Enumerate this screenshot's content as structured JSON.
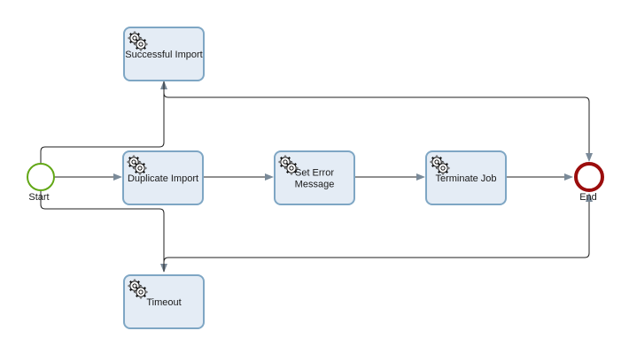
{
  "colors": {
    "task_fill": "#e4ecf5",
    "task_stroke": "#7ea6c4",
    "start_stroke": "#62a716",
    "end_stroke": "#9b0d0d",
    "arrow_fill": "#7a8a99",
    "line": "#1f1f1f"
  },
  "events": {
    "start": {
      "label": "Start",
      "icon": "start-event-circle"
    },
    "end": {
      "label": "End",
      "icon": "end-event-circle"
    }
  },
  "tasks": {
    "successful_import": {
      "lines": [
        "Successful Import"
      ],
      "icon": "service-task-gear-icon"
    },
    "duplicate_import": {
      "lines": [
        "Duplicate Import"
      ],
      "icon": "service-task-gear-icon"
    },
    "set_error_message": {
      "lines": [
        "Set Error",
        "Message"
      ],
      "icon": "service-task-gear-icon"
    },
    "terminate_job": {
      "lines": [
        "Terminate Job"
      ],
      "icon": "service-task-gear-icon"
    },
    "timeout": {
      "lines": [
        "Timeout"
      ],
      "icon": "service-task-gear-icon"
    }
  }
}
